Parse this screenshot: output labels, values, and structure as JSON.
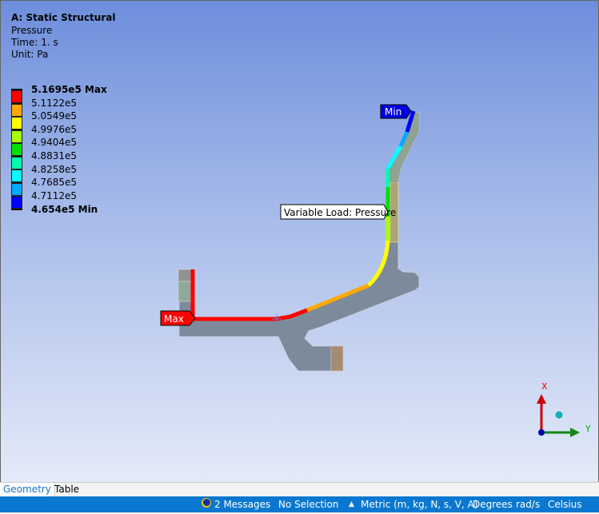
{
  "header": {
    "title": "A: Static Structural",
    "result": "Pressure",
    "time": "Time: 1. s",
    "unit": "Unit: Pa"
  },
  "legend": {
    "max_label": "5.1695e5 Max",
    "min_label": "4.654e5 Min",
    "levels": [
      "5.1122e5",
      "5.0549e5",
      "4.9976e5",
      "4.9404e5",
      "4.8831e5",
      "4.8258e5",
      "4.7685e5",
      "4.7112e5"
    ],
    "colors": [
      "#ff0000",
      "#ffaa00",
      "#ffff00",
      "#aaff00",
      "#00e000",
      "#00ffaa",
      "#00ffff",
      "#00aaff",
      "#0000ff"
    ]
  },
  "annotations": {
    "min": "Min",
    "max": "Max",
    "load": "Variable Load: Pressure"
  },
  "triad": {
    "x": "X",
    "y": "Y"
  },
  "tabs": [
    {
      "label": "Geometry",
      "active": true
    },
    {
      "label": "Table",
      "active": false
    }
  ],
  "status": {
    "messages": "2 Messages",
    "selection": "No Selection",
    "units": "Metric (m, kg, N, s, V, A)",
    "angle": "Degrees",
    "angular_velocity": "rad/s",
    "temperature": "Celsius"
  }
}
